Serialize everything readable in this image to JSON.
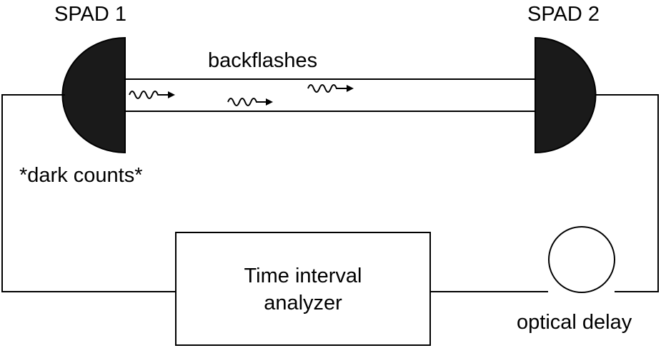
{
  "detectors": {
    "spad1": "SPAD 1",
    "spad2": "SPAD 2"
  },
  "fiber": {
    "label": "backflashes"
  },
  "annotations": {
    "dark_counts": "*dark counts*"
  },
  "analyzer": {
    "line1": "Time interval",
    "line2": "analyzer"
  },
  "delay": {
    "label": "optical delay"
  },
  "colors": {
    "ink": "#000000",
    "detector_fill": "#1a1a1a",
    "background": "#ffffff"
  }
}
